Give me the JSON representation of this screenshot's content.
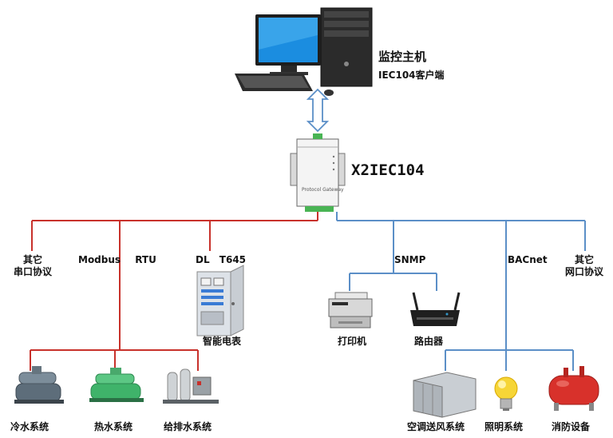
{
  "host": {
    "title": "监控主机",
    "subtitle": "IEC104客户端"
  },
  "gateway": {
    "name": "X2IEC104",
    "panel_brand": "Protocol Gateway"
  },
  "protocols": {
    "serial_other": "其它\n串口协议",
    "modbus": "Modbus RTU",
    "dlt645": "DL T645",
    "snmp": "SNMP",
    "bacnet": "BACnet",
    "net_other": "其它\n网口协议"
  },
  "devices": {
    "meter": "智能电表",
    "printer": "打印机",
    "router": "路由器",
    "chiller": "冷水系统",
    "heater": "热水系统",
    "pump": "给排水系统",
    "hvac": "空调送风系统",
    "lighting": "照明系统",
    "fire": "消防设备"
  },
  "colors": {
    "serial_line": "#c8312b",
    "net_line": "#5b8fc7",
    "accent": "#2a5fa8"
  }
}
